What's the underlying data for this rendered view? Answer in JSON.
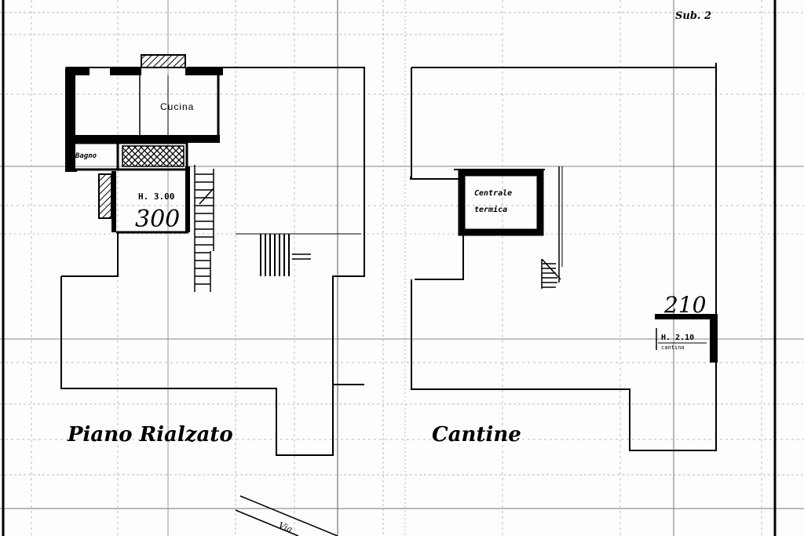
{
  "sheet": {
    "sub_label": "Sub. 2"
  },
  "plan_left": {
    "title": "Piano Rialzato",
    "rooms": {
      "kitchen": "Cucina",
      "bath": "Bagno"
    },
    "height_label": "H. 3.00",
    "height_handwritten": "300"
  },
  "plan_right": {
    "title": "Cantine",
    "boiler_room_line1": "Centrale",
    "boiler_room_line2": "termica",
    "height_label": "H. 2.10",
    "height_handwritten": "210",
    "cellar_label": "cantina"
  },
  "street": {
    "label": "Via"
  }
}
